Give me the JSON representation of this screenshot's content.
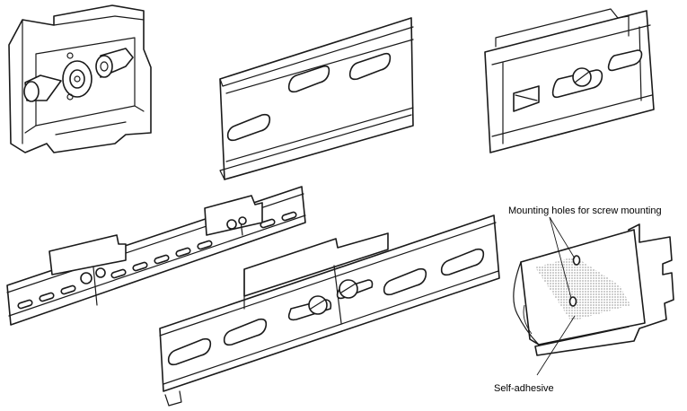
{
  "annotations": {
    "mounting_holes": "Mounting holes for screw mounting",
    "self_adhesive": "Self-adhesive"
  },
  "figures": [
    {
      "id": "end-bracket",
      "icon": "din-end-bracket-icon"
    },
    {
      "id": "short-rail",
      "icon": "din-rail-icon"
    },
    {
      "id": "rail-with-screw",
      "icon": "din-rail-screw-icon"
    },
    {
      "id": "long-rail-joined",
      "icon": "din-rail-long-icon"
    },
    {
      "id": "rail-joined-screws",
      "icon": "din-rail-joined-icon"
    },
    {
      "id": "adhesive-mount",
      "icon": "adhesive-pad-icon"
    }
  ]
}
